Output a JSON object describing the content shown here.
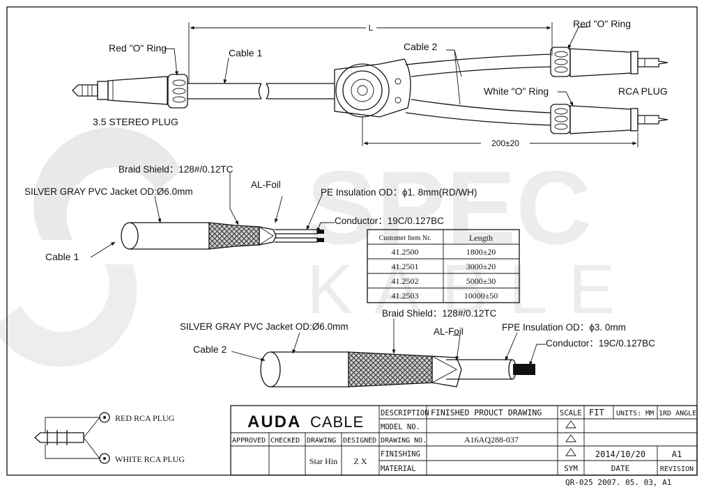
{
  "watermark": {
    "line1": "SPEC",
    "line2": "KABLE"
  },
  "top": {
    "length_label": "L",
    "red_ring_left": "Red  \"O\" Ring",
    "cable1": "Cable  1",
    "cable2": "Cable  2",
    "red_ring_right": "Red  \"O\" Ring",
    "white_ring": "White  \"O\" Ring",
    "rca_plug": "RCA  PLUG",
    "stereo_plug": "3.5 STEREO  PLUG",
    "split_dim": "200±20"
  },
  "cable1_section": {
    "braid": "Braid Shield：128#/0.12TC",
    "jacket": "SILVER GRAY PVC  Jacket  OD:Ø6.0mm",
    "alfoil": "AL-Foil",
    "insulation": "PE Insulation  OD：ϕ1. 8mm(RD/WH)",
    "conductor": "Conductor：19C/0.127BC",
    "cable_label": "Cable  1"
  },
  "cable2_section": {
    "braid": "Braid Shield：128#/0.12TC",
    "jacket": "SILVER GRAY PVC  Jacket  OD:Ø6.0mm",
    "alfoil": "AL-Foil",
    "insulation": "FPE Insulation OD：ϕ3. 0mm",
    "conductor": "Conductor：19C/0.127BC",
    "cable_label": "Cable  2"
  },
  "length_table": {
    "headers": [
      "Customer Item Nr.",
      "Length"
    ],
    "rows": [
      [
        "41.2500",
        "1800±20"
      ],
      [
        "41.2501",
        "3000±20"
      ],
      [
        "41.2502",
        "5000±30"
      ],
      [
        "41.2503",
        "10000±50"
      ]
    ]
  },
  "schematic": {
    "red": "RED RCA PLUG",
    "white": "WHITE RCA PLUG"
  },
  "title_block": {
    "logo_bold": "AUDA",
    "logo_light": "CABLE",
    "description_label": "DESCRIPTION",
    "description": "FINISHED PROUCT DRAWING",
    "scale_label": "SCALE",
    "scale_value": "FIT",
    "units": "UNITS: MM",
    "angle": "1RD ANGLE",
    "model_label": "MODEL NO.",
    "approved": "APPROVED",
    "checked": "CHECKED",
    "drawing": "DRAWING",
    "designed": "DESIGNED",
    "drawing_no_label": "DRAWING NO.",
    "drawing_no": "A16AQ288-037",
    "finishing_label": "FINISHING",
    "material_label": "MATERIAL",
    "drawn_by": "Star Hin",
    "designed_by": "Z X",
    "date": "2014/10/20",
    "revision": "A1",
    "sym": "SYM",
    "date_label": "DATE",
    "revision_label": "REVISION",
    "form_code": "QR-025  2007. 05. 03,  A1"
  }
}
